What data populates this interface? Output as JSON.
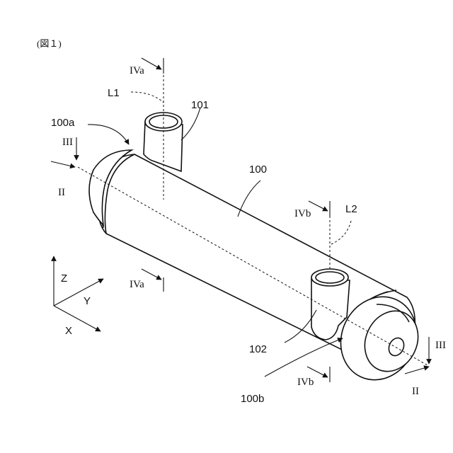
{
  "figure_label": "(図１)",
  "labels": {
    "iva_top": "IVa",
    "iva_bottom": "IVa",
    "ivb_top": "IVb",
    "ivb_bottom": "IVb",
    "l1": "L1",
    "l2": "L2",
    "ref_101": "101",
    "ref_100": "100",
    "ref_100a": "100a",
    "ref_100b": "100b",
    "ref_102": "102",
    "iii_left": "III",
    "iii_right": "III",
    "ii_left": "II",
    "ii_right": "II"
  },
  "axes": {
    "z": "Z",
    "y": "Y",
    "x": "X"
  }
}
